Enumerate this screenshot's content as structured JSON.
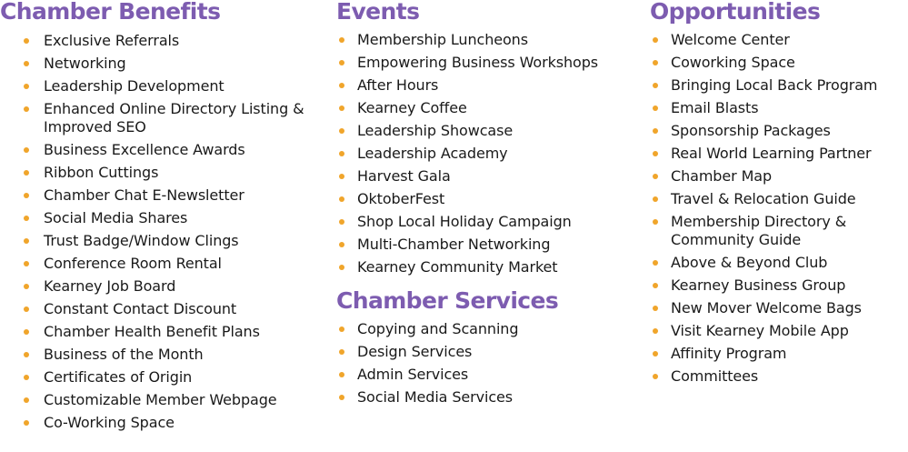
{
  "colors": {
    "heading": "#7d5cb0",
    "bullet": "#f0a52b",
    "text": "#1a1a1a"
  },
  "chamber_benefits": {
    "title": "Chamber Benefits",
    "items": [
      "Exclusive Referrals",
      "Networking",
      "Leadership Development",
      "Enhanced Online Directory Listing & Improved SEO",
      "Business Excellence Awards",
      "Ribbon Cuttings",
      "Chamber Chat E-Newsletter",
      "Social Media Shares",
      "Trust Badge/Window Clings",
      "Conference Room Rental",
      "Kearney Job Board",
      "Constant Contact Discount",
      "Chamber Health Benefit Plans",
      "Business of the Month",
      "Certificates of Origin",
      "Customizable Member Webpage",
      "Co-Working Space"
    ]
  },
  "events": {
    "title": "Events",
    "items": [
      "Membership Luncheons",
      "Empowering Business Workshops",
      "After Hours",
      "Kearney Coffee",
      "Leadership Showcase",
      "Leadership Academy",
      "Harvest Gala",
      "OktoberFest",
      "Shop Local Holiday Campaign",
      "Multi-Chamber Networking",
      "Kearney Community Market"
    ]
  },
  "chamber_services": {
    "title": "Chamber Services",
    "items": [
      "Copying and Scanning",
      "Design Services",
      "Admin Services",
      "Social Media Services"
    ]
  },
  "opportunities": {
    "title": "Opportunities",
    "items": [
      "Welcome Center",
      "Coworking Space",
      "Bringing Local Back Program",
      "Email Blasts",
      "Sponsorship Packages",
      "Real World Learning Partner",
      "Chamber Map",
      "Travel & Relocation Guide",
      "Membership Directory & Community Guide",
      "Above & Beyond Club",
      "Kearney Business Group",
      "New Mover Welcome Bags",
      "Visit Kearney Mobile App",
      "Affinity Program",
      "Committees"
    ]
  }
}
